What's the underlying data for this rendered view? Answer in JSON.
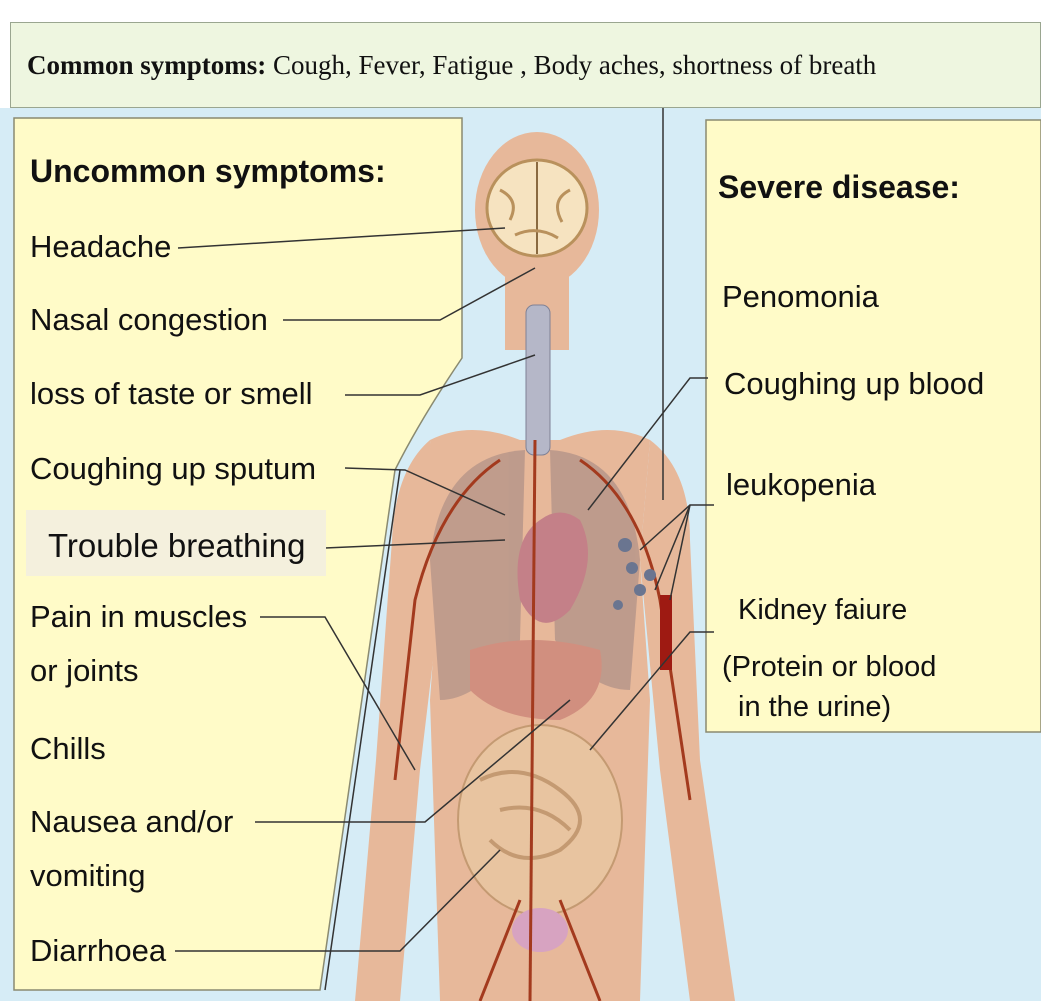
{
  "common": {
    "label": "Common symptoms:",
    "text": "Cough,  Fever,  Fatigue , Body aches, shortness of breath"
  },
  "uncommon": {
    "heading": "Uncommon symptoms:",
    "items": [
      "Headache",
      "Nasal congestion",
      "loss of taste or smell",
      "Coughing up sputum",
      "Trouble breathing",
      "Pain in muscles",
      "or joints",
      "Chills",
      "Nausea and/or",
      "vomiting",
      "Diarrhoea"
    ]
  },
  "severe": {
    "heading": "Severe disease:",
    "items": [
      "Penomonia",
      "Coughing up blood",
      "leukopenia",
      "Kidney faiure",
      "(Protein or blood",
      "in the urine)"
    ]
  },
  "colors": {
    "panel_fill": "#fffbc8",
    "common_fill": "#eef6e0",
    "background_blue": "#d6ecf6",
    "skin": "#e7b89a",
    "leader_line": "#333333"
  }
}
